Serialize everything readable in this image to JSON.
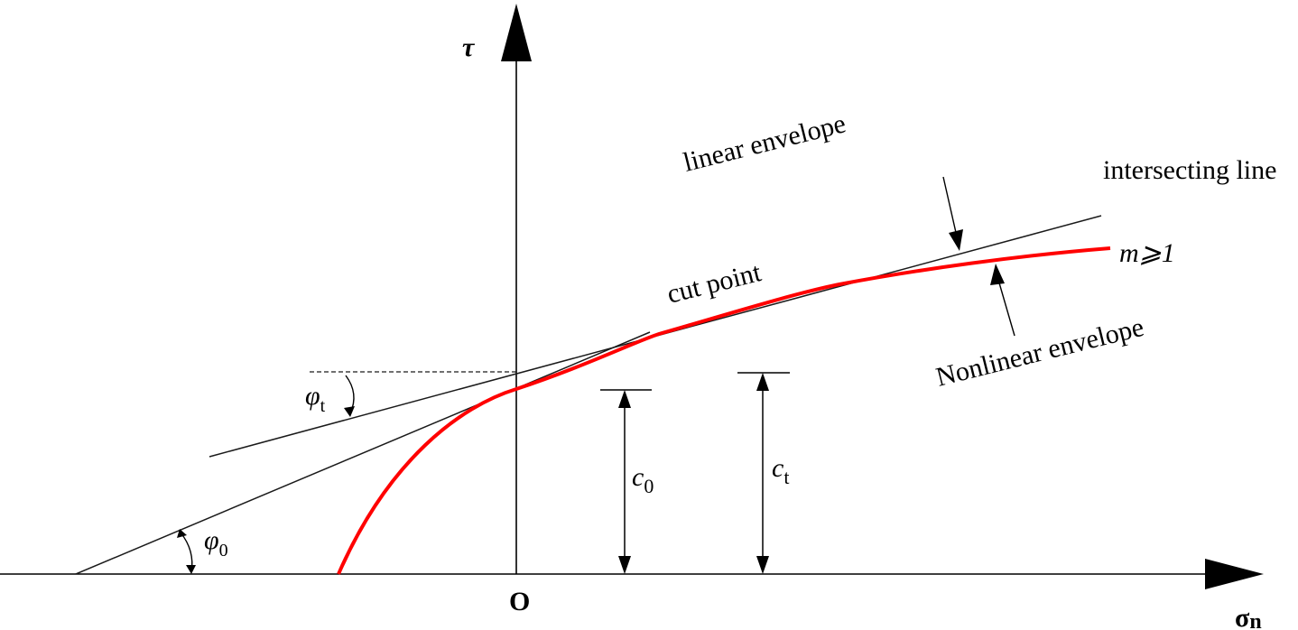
{
  "axes": {
    "y_label": "τ",
    "x_label_main": "σ",
    "x_label_sub": "n",
    "origin": "O"
  },
  "labels": {
    "linear_envelope": "linear envelope",
    "intersecting_line": "intersecting line",
    "m_condition": "m⩾1",
    "cut_point": "cut point",
    "nonlinear_envelope": "Nonlinear envelope",
    "phi_t_main": "φ",
    "phi_t_sub": "t",
    "phi_0_main": "φ",
    "phi_0_sub": "0",
    "c0_main": "c",
    "c0_sub": "0",
    "ct_main": "c",
    "ct_sub": "t"
  },
  "colors": {
    "axis": "#000000",
    "thin_line": "#1a1a1a",
    "nonlinear_curve": "#ff0000"
  }
}
